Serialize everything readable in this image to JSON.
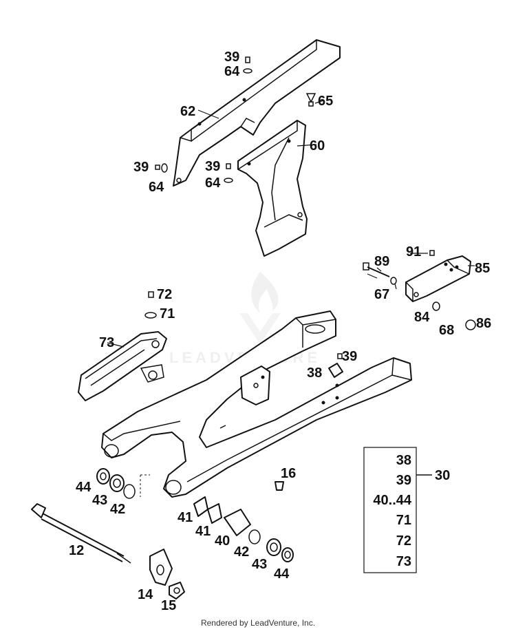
{
  "watermark": "LEADVENTURE",
  "footer": "Rendered by LeadVenture, Inc.",
  "callouts": {
    "c39a": "39",
    "c64a": "64",
    "c65": "65",
    "c62": "62",
    "c60": "60",
    "c39b": "39",
    "c64b": "64",
    "c39c": "39",
    "c64c": "64",
    "c89": "89",
    "c91": "91",
    "c85": "85",
    "c67": "67",
    "c84": "84",
    "c68": "68",
    "c86": "86",
    "c72": "72",
    "c71": "71",
    "c73": "73",
    "c39d": "39",
    "c38": "38",
    "c16": "16",
    "c44a": "44",
    "c43a": "43",
    "c42a": "42",
    "c12": "12",
    "c41a": "41",
    "c41b": "41",
    "c40": "40",
    "c42b": "42",
    "c43b": "43",
    "c44b": "44",
    "c14": "14",
    "c15": "15"
  },
  "kit": {
    "number": "30",
    "items": [
      "38",
      "39",
      "40..44",
      "71",
      "72",
      "73"
    ]
  },
  "icons": [
    "flame-logo-icon"
  ]
}
